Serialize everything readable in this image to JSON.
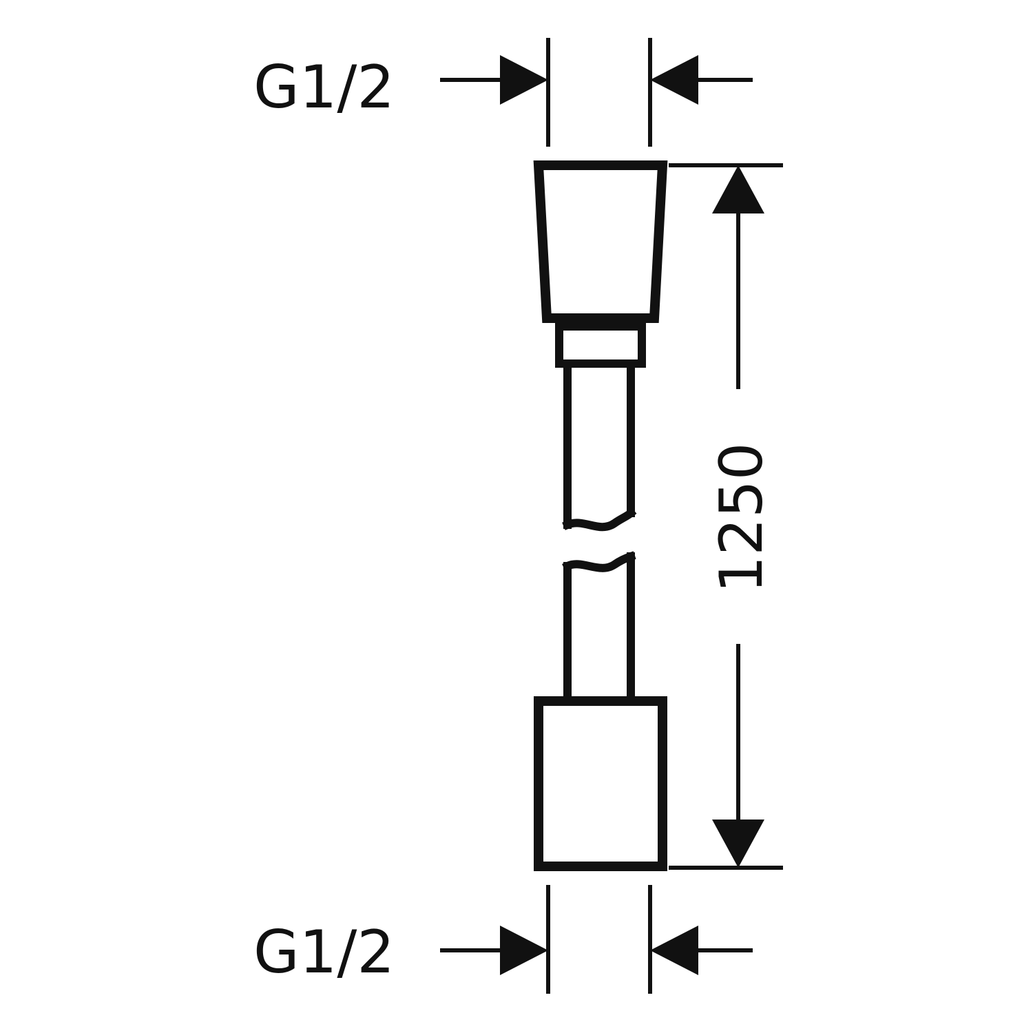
{
  "drawing": {
    "line_color": "#111111",
    "background": "#ffffff",
    "dimensions": {
      "top_thread": "G1/2",
      "bottom_thread": "G1/2",
      "length": "1250"
    }
  }
}
